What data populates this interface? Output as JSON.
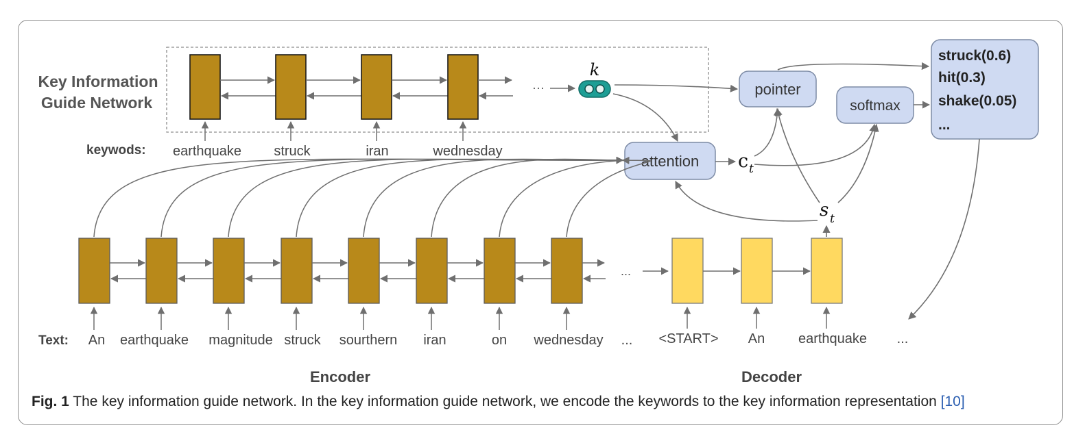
{
  "kign_label": [
    "Key Information",
    "Guide Network"
  ],
  "keywords_label": "keywods:",
  "text_label": "Text:",
  "keywords": [
    "earthquake",
    "struck",
    "iran",
    "wednesday"
  ],
  "encoder_words": [
    "An",
    "earthquake",
    "magnitude",
    "struck",
    "sourthern",
    "iran",
    "on",
    "wednesday",
    "..."
  ],
  "decoder_words": [
    "<START>",
    "An",
    "earthquake",
    "..."
  ],
  "key_symbol": "k",
  "attention_label": "attention",
  "pointer_label": "pointer",
  "softmax_label": "softmax",
  "context_symbol": "c",
  "context_sub": "t",
  "state_symbol": "s",
  "state_sub": "t",
  "output_list": [
    "struck(0.6)",
    "hit(0.3)",
    "shake(0.05)",
    "..."
  ],
  "encoder_title": "Encoder",
  "decoder_title": "Decoder",
  "ellipsis": "···",
  "enc_ellipsis": "...",
  "caption": {
    "figure_label": "Fig. 1",
    "text": " The key information guide network. In the key information guide network, we encode the keywords to the key information representation ",
    "ref_open": "[",
    "ref_num": "10",
    "ref_close": "]"
  },
  "colors": {
    "encoder_cell": "#b8891a",
    "decoder_cell": "#ffd960",
    "module_fill": "#cfdaf2",
    "module_stroke": "#7d8ba5",
    "key_icon": "#1d9e95",
    "arrow": "#6f6f6f"
  }
}
